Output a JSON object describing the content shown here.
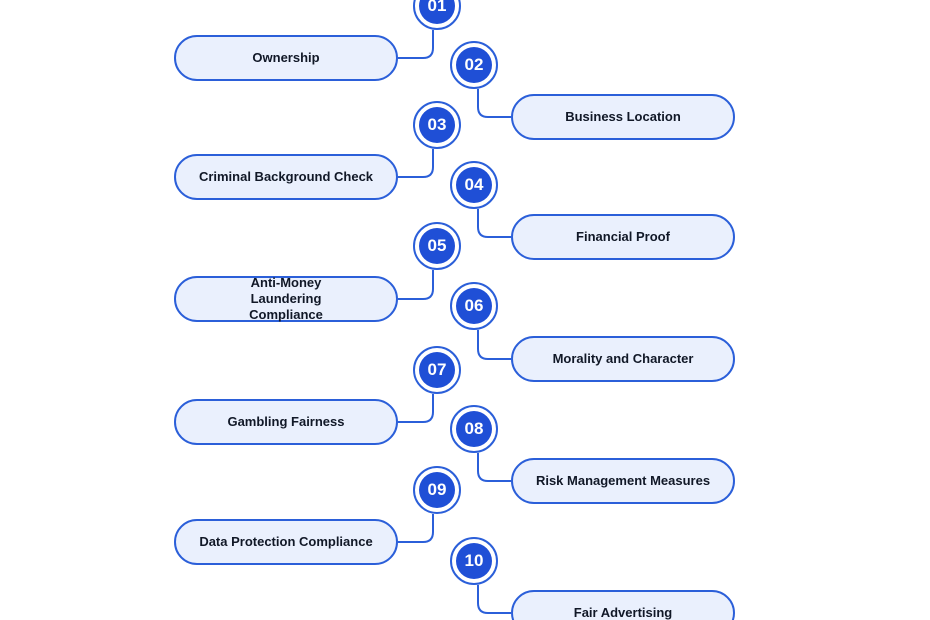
{
  "steps": [
    {
      "number": "01",
      "label": "Ownership"
    },
    {
      "number": "02",
      "label": "Business Location"
    },
    {
      "number": "03",
      "label": "Criminal Background Check"
    },
    {
      "number": "04",
      "label": "Financial Proof"
    },
    {
      "number": "05",
      "label": "Anti-Money Laundering Compliance"
    },
    {
      "number": "06",
      "label": "Morality and Character"
    },
    {
      "number": "07",
      "label": "Gambling Fairness"
    },
    {
      "number": "08",
      "label": "Risk Management Measures"
    },
    {
      "number": "09",
      "label": "Data Protection Compliance"
    },
    {
      "number": "10",
      "label": "Fair Advertising"
    }
  ],
  "colors": {
    "accent": "#1f4fd6",
    "outline": "#2b5fd9",
    "pill_fill": "#eaf0fd",
    "text": "#111827"
  }
}
